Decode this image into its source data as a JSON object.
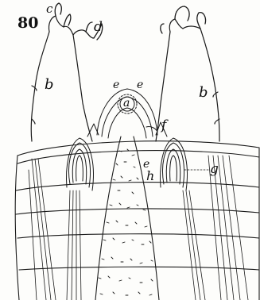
{
  "figure_number": "80",
  "labels": {
    "a": "a",
    "b_left": "b",
    "b_right": "b",
    "c": "c",
    "d": "d",
    "e_left": "e",
    "e_right": "e",
    "e_lower": "e",
    "f": "f",
    "g": "g",
    "h": "h"
  },
  "colors": {
    "ink": "#1a1a1a",
    "paper": "#fdfdfb"
  }
}
